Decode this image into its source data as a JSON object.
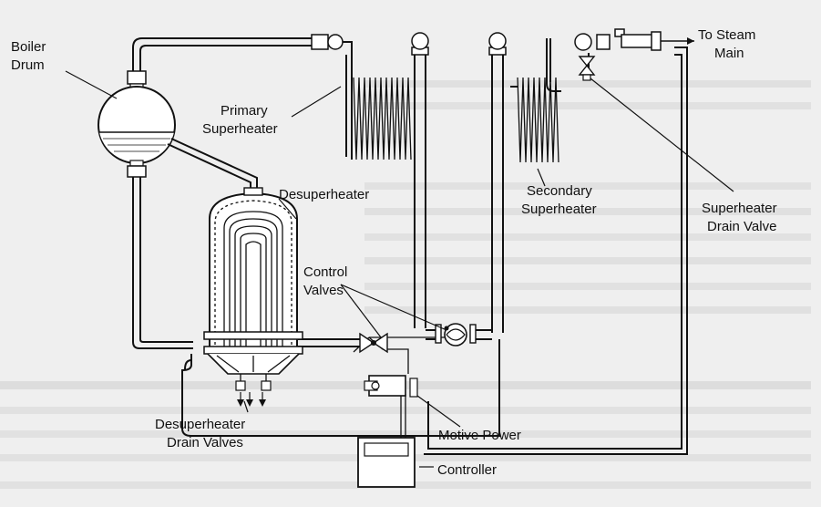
{
  "labels": {
    "boiler_drum": [
      "Boiler",
      "Drum"
    ],
    "primary_superheater": [
      "Primary",
      "Superheater"
    ],
    "desuperheater": "Desuperheater",
    "control_valves": [
      "Control",
      "Valves"
    ],
    "desuperheater_drain_valves": [
      "Desuperheater",
      "Drain Valves"
    ],
    "motive_power": "Motive Power",
    "controller": "Controller",
    "secondary_superheater": [
      "Secondary",
      "Superheater"
    ],
    "superheater_drain_valve": [
      "Superheater",
      "Drain Valve"
    ],
    "to_steam_main": [
      "To Steam",
      "Main"
    ]
  },
  "colors": {
    "line": "#111111",
    "background": "#efefef",
    "bleed_text": "#c9c9c9"
  }
}
